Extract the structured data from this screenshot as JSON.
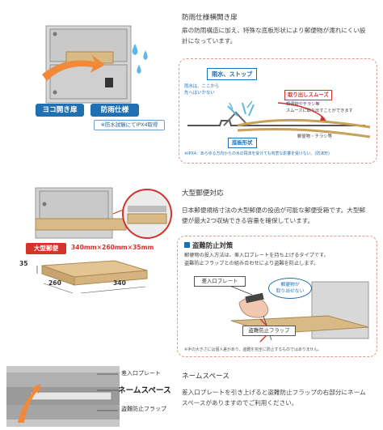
{
  "section1": {
    "heading": "防雨仕様横開き扉",
    "body_lines": [
      "扉の防雨構造に加え、特殊な底板形状により郵便物が濡れにくい設",
      "計になっています。"
    ],
    "badge_side": "ヨコ開き扉",
    "badge_rain": "防雨仕様",
    "ipx_note": "※防水試験にてIPX4取得",
    "diagram": {
      "stop_label": "雨水、ストップ",
      "rain_text_1": "雨水は、ここから",
      "rain_text_2": "先へはいかない",
      "smooth_label": "取り出しスムーズ",
      "smooth_text_1": "郵便物やチラシ等",
      "smooth_text_2": "スムーズに取り出すことができます",
      "mail_label": "郵便物・チラシ等",
      "bottom_label": "底板形状",
      "footnote": "※IPX4：あらゆる方向からの水の飛沫を受けても有害な影響を受けない。(防沫形)"
    }
  },
  "section2": {
    "heading": "大型郵便対応",
    "body_lines": [
      "日本郵便規格寸法の大型郵便の投函が可能な郵便受箱です。大型郵",
      "便が最大2つ収納できる容量を確保しています。"
    ],
    "badge_large": "大型郵便",
    "size_text": "340mm×260mm×35mm",
    "dim_height": "35",
    "dim_depth": "260",
    "dim_width": "340"
  },
  "antitheft": {
    "title": "盗難防止対策",
    "body_lines": [
      "郵便物の投入方法は、差入口プレートを持ち上げるタイプです。",
      "盗難防止フラップとの組み合わせにより盗難を防止します。"
    ],
    "plate_label": "差入口プレート",
    "bubble_1": "郵便物が",
    "bubble_2": "取り出せない",
    "flap_label": "盗難防止フラップ",
    "footnote": "※手の大きさには個人差があり、盗難を完全に防止するものではありません。"
  },
  "section3": {
    "heading": "ネームスペース",
    "body_lines": [
      "差入口プレートを引き上げると盗難防止フラップの右部分にネーム",
      "スペースがありますのでご利用ください。"
    ],
    "plate_label": "差入口プレート",
    "name_label": "ネームスペース",
    "flap_label": "盗難防止フラップ"
  },
  "colors": {
    "accent_blue": "#1f6fb2",
    "accent_red": "#d4332c",
    "dashed_border": "#e49a7f",
    "cardboard": "#d9b985"
  }
}
